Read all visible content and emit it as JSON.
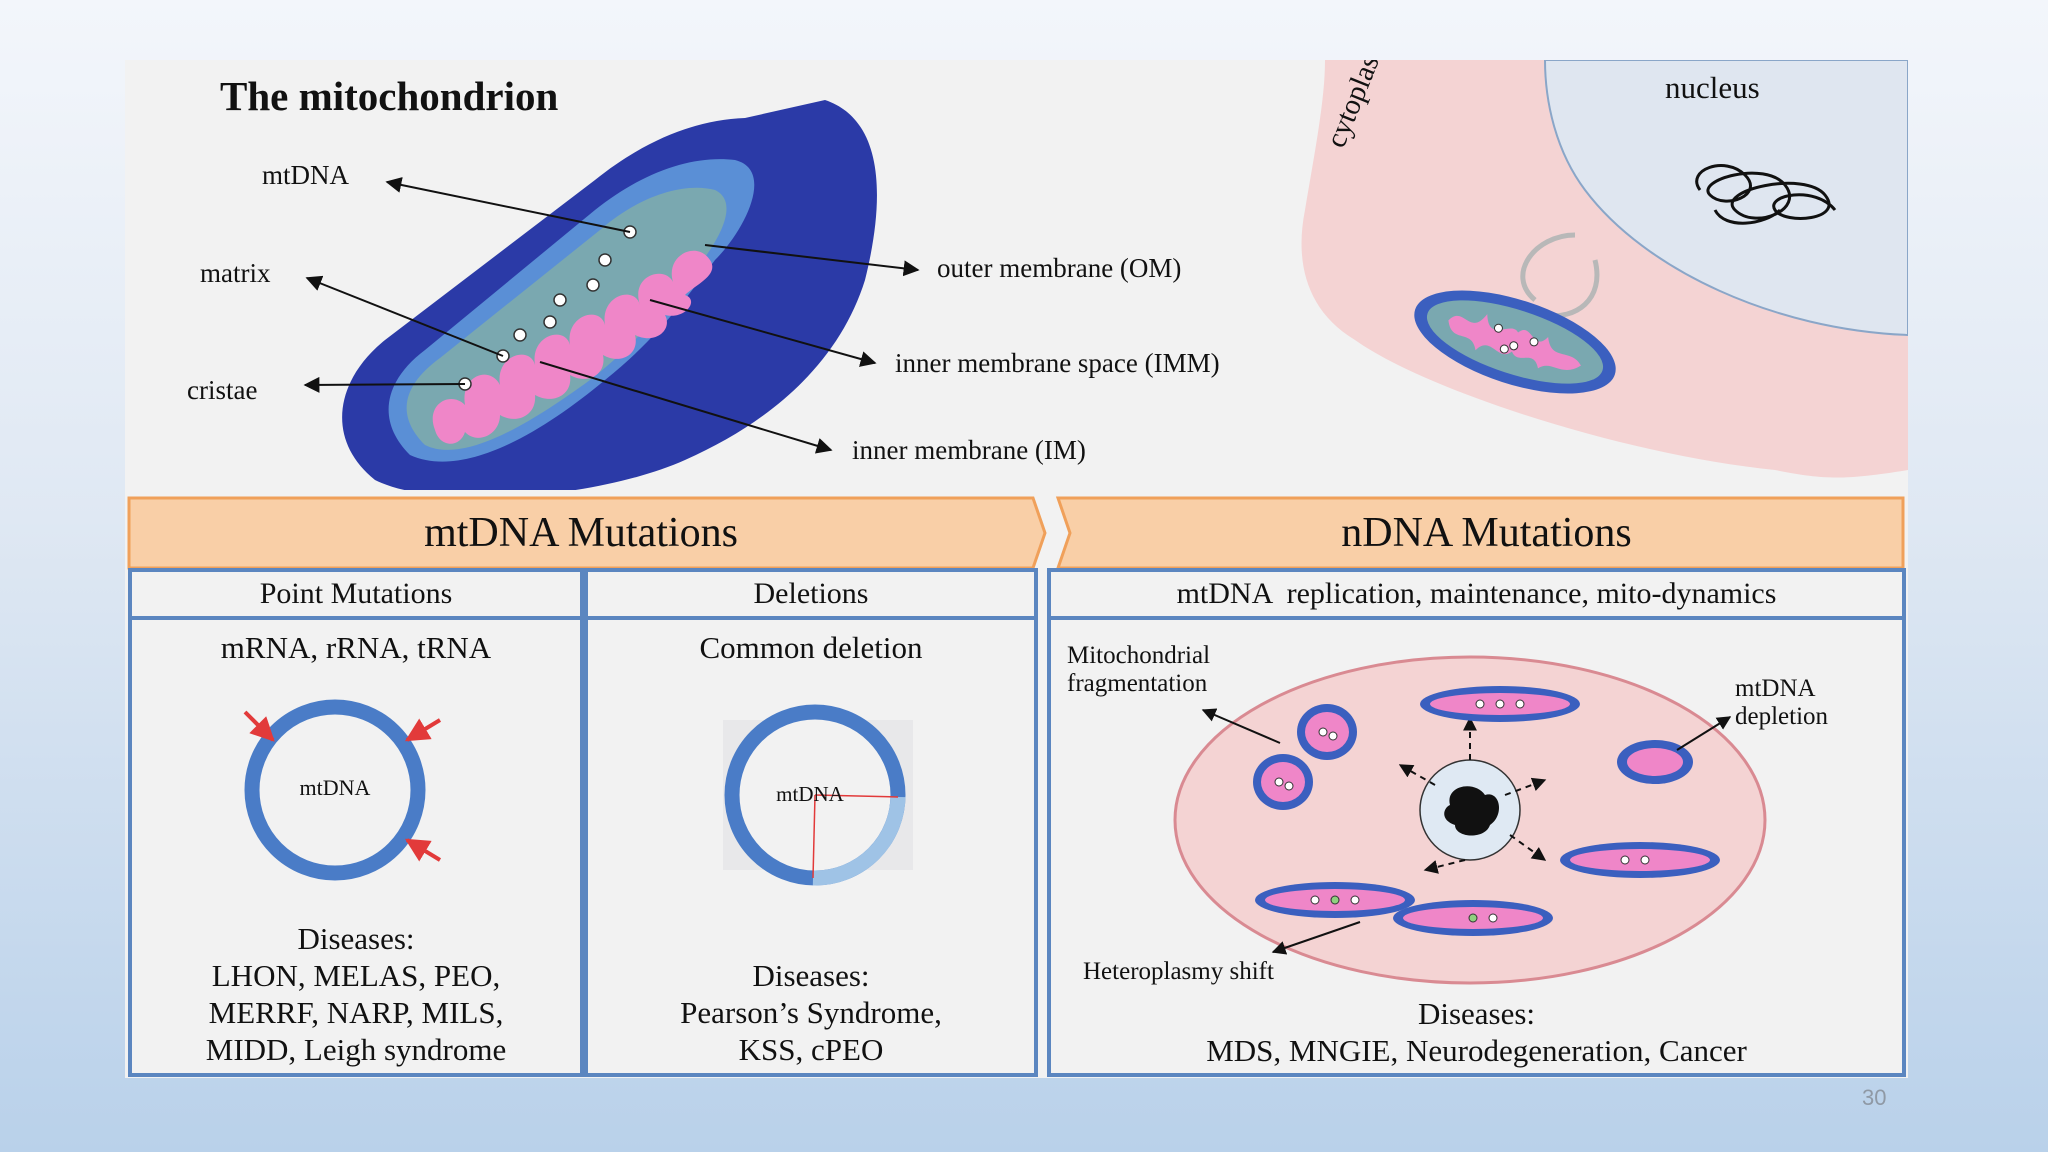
{
  "title": "The mitochondrion",
  "mito_labels": {
    "mtdna": "mtDNA",
    "matrix": "matrix",
    "cristae": "cristae",
    "outer_membrane": "outer membrane (OM)",
    "inner_membrane_space": "inner membrane space (IMM)",
    "inner_membrane": "inner membrane (IM)"
  },
  "cell_labels": {
    "cytoplasm": "cytoplasm",
    "nucleus": "nucleus"
  },
  "banners": {
    "left": "mtDNA Mutations",
    "right": "nDNA Mutations"
  },
  "panels": {
    "point": {
      "header": "Point Mutations",
      "subtitle": "mRNA, rRNA, tRNA",
      "circle_label": "mtDNA",
      "diseases_label": "Diseases:",
      "diseases": [
        "LHON, MELAS, PEO,",
        "MERRF, NARP, MILS,",
        "MIDD, Leigh syndrome"
      ]
    },
    "deletions": {
      "header": "Deletions",
      "subtitle": "Common deletion",
      "circle_label": "mtDNA",
      "diseases_label": "Diseases:",
      "diseases": [
        "Pearson’s Syndrome,",
        "KSS, cPEO"
      ]
    },
    "ndna": {
      "header": "mtDNA  replication, maintenance, mito-dynamics",
      "frag_label": [
        "Mitochondrial",
        "fragmentation"
      ],
      "depletion_label": [
        "mtDNA",
        "depletion"
      ],
      "heteroplasmy_label": "Heteroplasmy shift",
      "diseases_label": "Diseases:",
      "diseases": [
        "MDS, MNGIE, Neurodegeneration, Cancer"
      ]
    }
  },
  "page_number": "30",
  "colors": {
    "banner_fill": "#f9cfa7",
    "banner_border": "#f0a05a",
    "panel_border": "#5b86c0",
    "outer_membrane": "#2b3aa7",
    "inner_membrane_space": "#5a8fd6",
    "matrix": "#7aa8b0",
    "cristae": "#ef86c8",
    "cell": "#f4d3d3",
    "nucleus": "#dfe6f0",
    "mutation_arrow": "#e23a3a"
  }
}
